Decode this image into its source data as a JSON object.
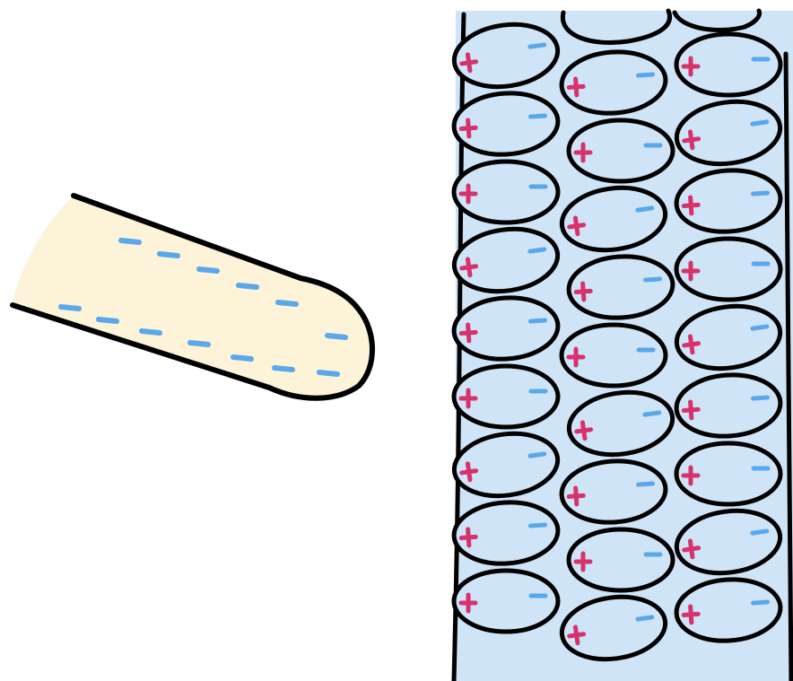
{
  "colors": {
    "background": "#ffffff",
    "rod_fill": "#fcf3d9",
    "panel_fill": "#cfe4f6",
    "molecule_fill": "#cfe4f6",
    "outline": "#000000",
    "negative_charge": "#5aa8ea",
    "positive_charge": "#d6336c"
  },
  "charged_rod": {
    "charge_sign": "-",
    "charge_count": 14
  },
  "polarized_material": {
    "columns": 3,
    "rows": 9,
    "molecule_positive_side": "left",
    "molecule_negative_side": "right"
  }
}
